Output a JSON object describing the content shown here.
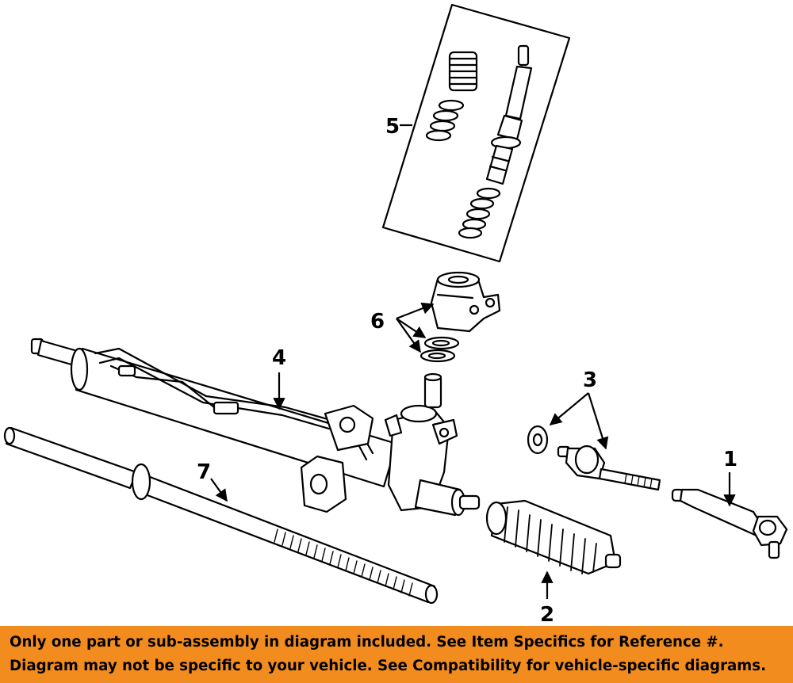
{
  "callouts": [
    {
      "id": "1",
      "label": "1"
    },
    {
      "id": "2",
      "label": "2"
    },
    {
      "id": "3",
      "label": "3"
    },
    {
      "id": "4",
      "label": "4"
    },
    {
      "id": "5",
      "label": "5"
    },
    {
      "id": "6",
      "label": "6"
    },
    {
      "id": "7",
      "label": "7"
    }
  ],
  "disclaimer": {
    "line1": "Only one part or sub-assembly in diagram included. See Item Specifics for Reference #.",
    "line2": "Diagram may not be specific to your vehicle. See Compatibility for vehicle-specific diagrams."
  },
  "colors": {
    "banner": "#f28c1e",
    "ink": "#000000",
    "paper": "#ffffff"
  }
}
